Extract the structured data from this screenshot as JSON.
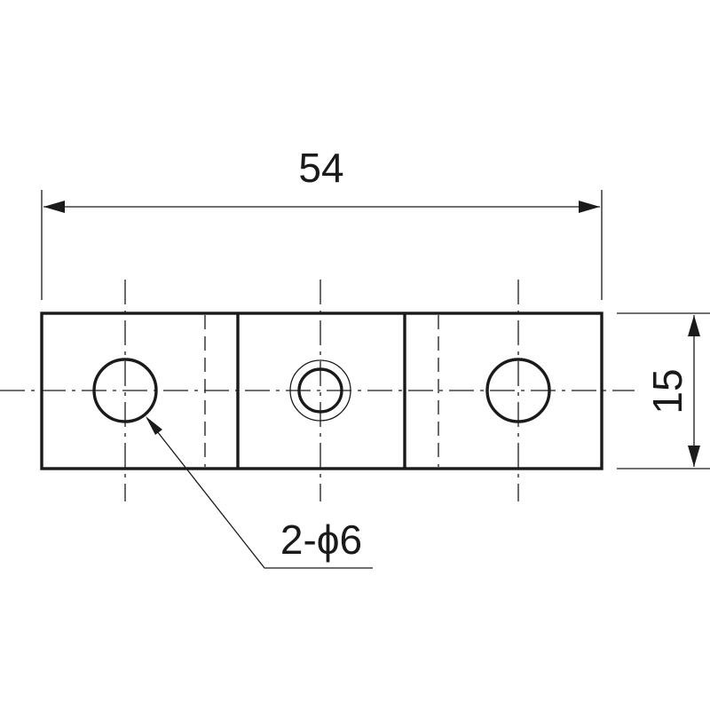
{
  "drawing": {
    "dimensions": {
      "overall_length": "54",
      "height": "15",
      "hole_callout": "2-ϕ6"
    },
    "line_color": "#1a1a1a",
    "background": "#ffffff"
  }
}
